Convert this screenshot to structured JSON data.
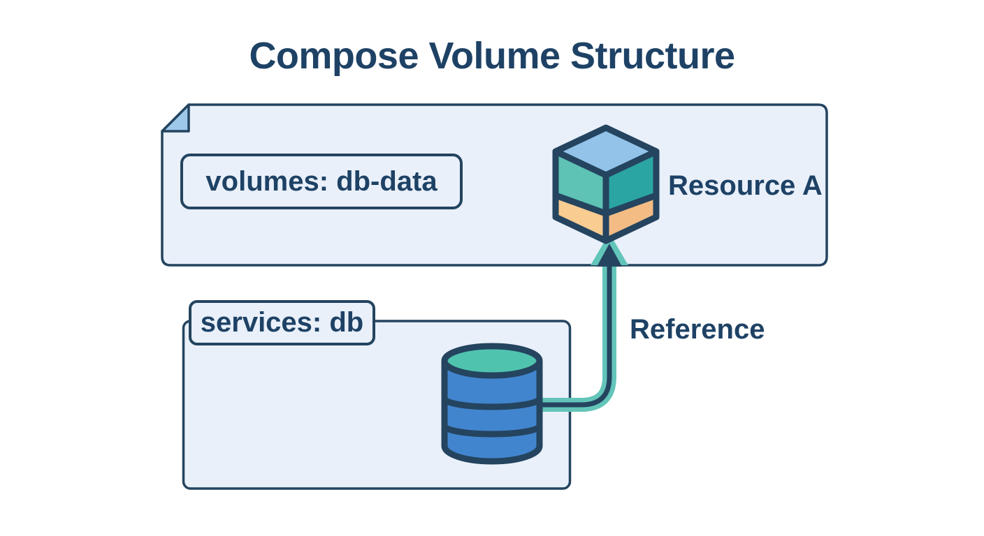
{
  "diagram": {
    "title": "Compose Volume Structure",
    "volumes_panel": {
      "label": "volumes: db-data",
      "resource_label": "Resource A",
      "resource_icon": "cube-icon",
      "corner_icon": "folded-corner-icon"
    },
    "services_panel": {
      "label": "services: db",
      "service_icon": "database-icon"
    },
    "arrow": {
      "label": "Reference",
      "icon": "arrow-up-icon"
    }
  },
  "colors": {
    "text_navy": "#1e4265",
    "outline_navy": "#24445f",
    "panel_fill": "#e9f0fa",
    "fold_fill": "#9dc8ea",
    "cube_top": "#93c3e9",
    "cube_left": "#5ec2b5",
    "cube_right": "#2ba5a4",
    "cube_band_left": "#f9cc92",
    "cube_band_right": "#f2bc84",
    "arrow_teal": "#63c5b9",
    "db_body": "#4285cf",
    "db_top": "#4fc3ae"
  }
}
